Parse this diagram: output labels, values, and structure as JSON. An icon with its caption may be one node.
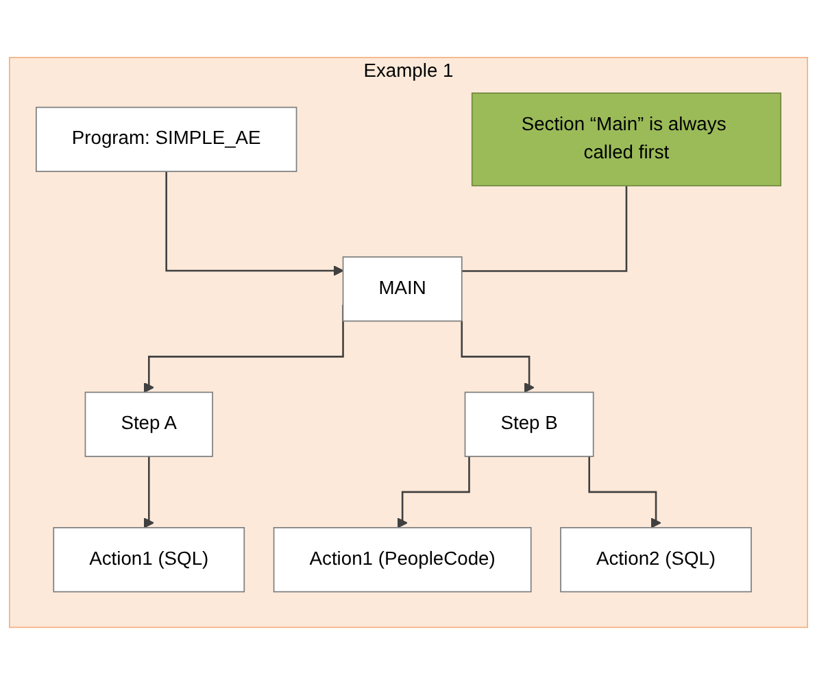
{
  "diagram": {
    "nodes": [
      {
        "text": [
          "Example 1"
        ]
      },
      {
        "text": [
          "Program: SIMPLE_AE"
        ],
        "in": 0
      },
      {
        "text": [
          "MAIN"
        ],
        "in": 0
      },
      {
        "text": [
          "Section “Main” is always called first"
        ],
        "in": 0
      },
      {
        "text": [
          "Step A"
        ],
        "in": 0
      },
      {
        "text": [
          "Action1 (SQL)"
        ],
        "in": 0
      },
      {
        "text": [
          "Step B"
        ],
        "in": 0
      },
      {
        "text": [
          "Action1 (PeopleCode)"
        ],
        "in": 0
      },
      {
        "text": [
          "Action2 (SQL)"
        ],
        "in": 0
      }
    ],
    "edges": [
      {
        "from": 1,
        "to": 2,
        "arrow": "to"
      },
      {
        "from": 3,
        "to": 2,
        "arrow": "none"
      },
      {
        "from": 2,
        "to": 4,
        "arrow": "to"
      },
      {
        "from": 4,
        "to": 5,
        "arrow": "to"
      },
      {
        "from": 2,
        "to": 6,
        "arrow": "to"
      },
      {
        "from": 6,
        "to": 7,
        "arrow": "to"
      },
      {
        "from": 6,
        "to": 8,
        "arrow": "to"
      }
    ]
  }
}
